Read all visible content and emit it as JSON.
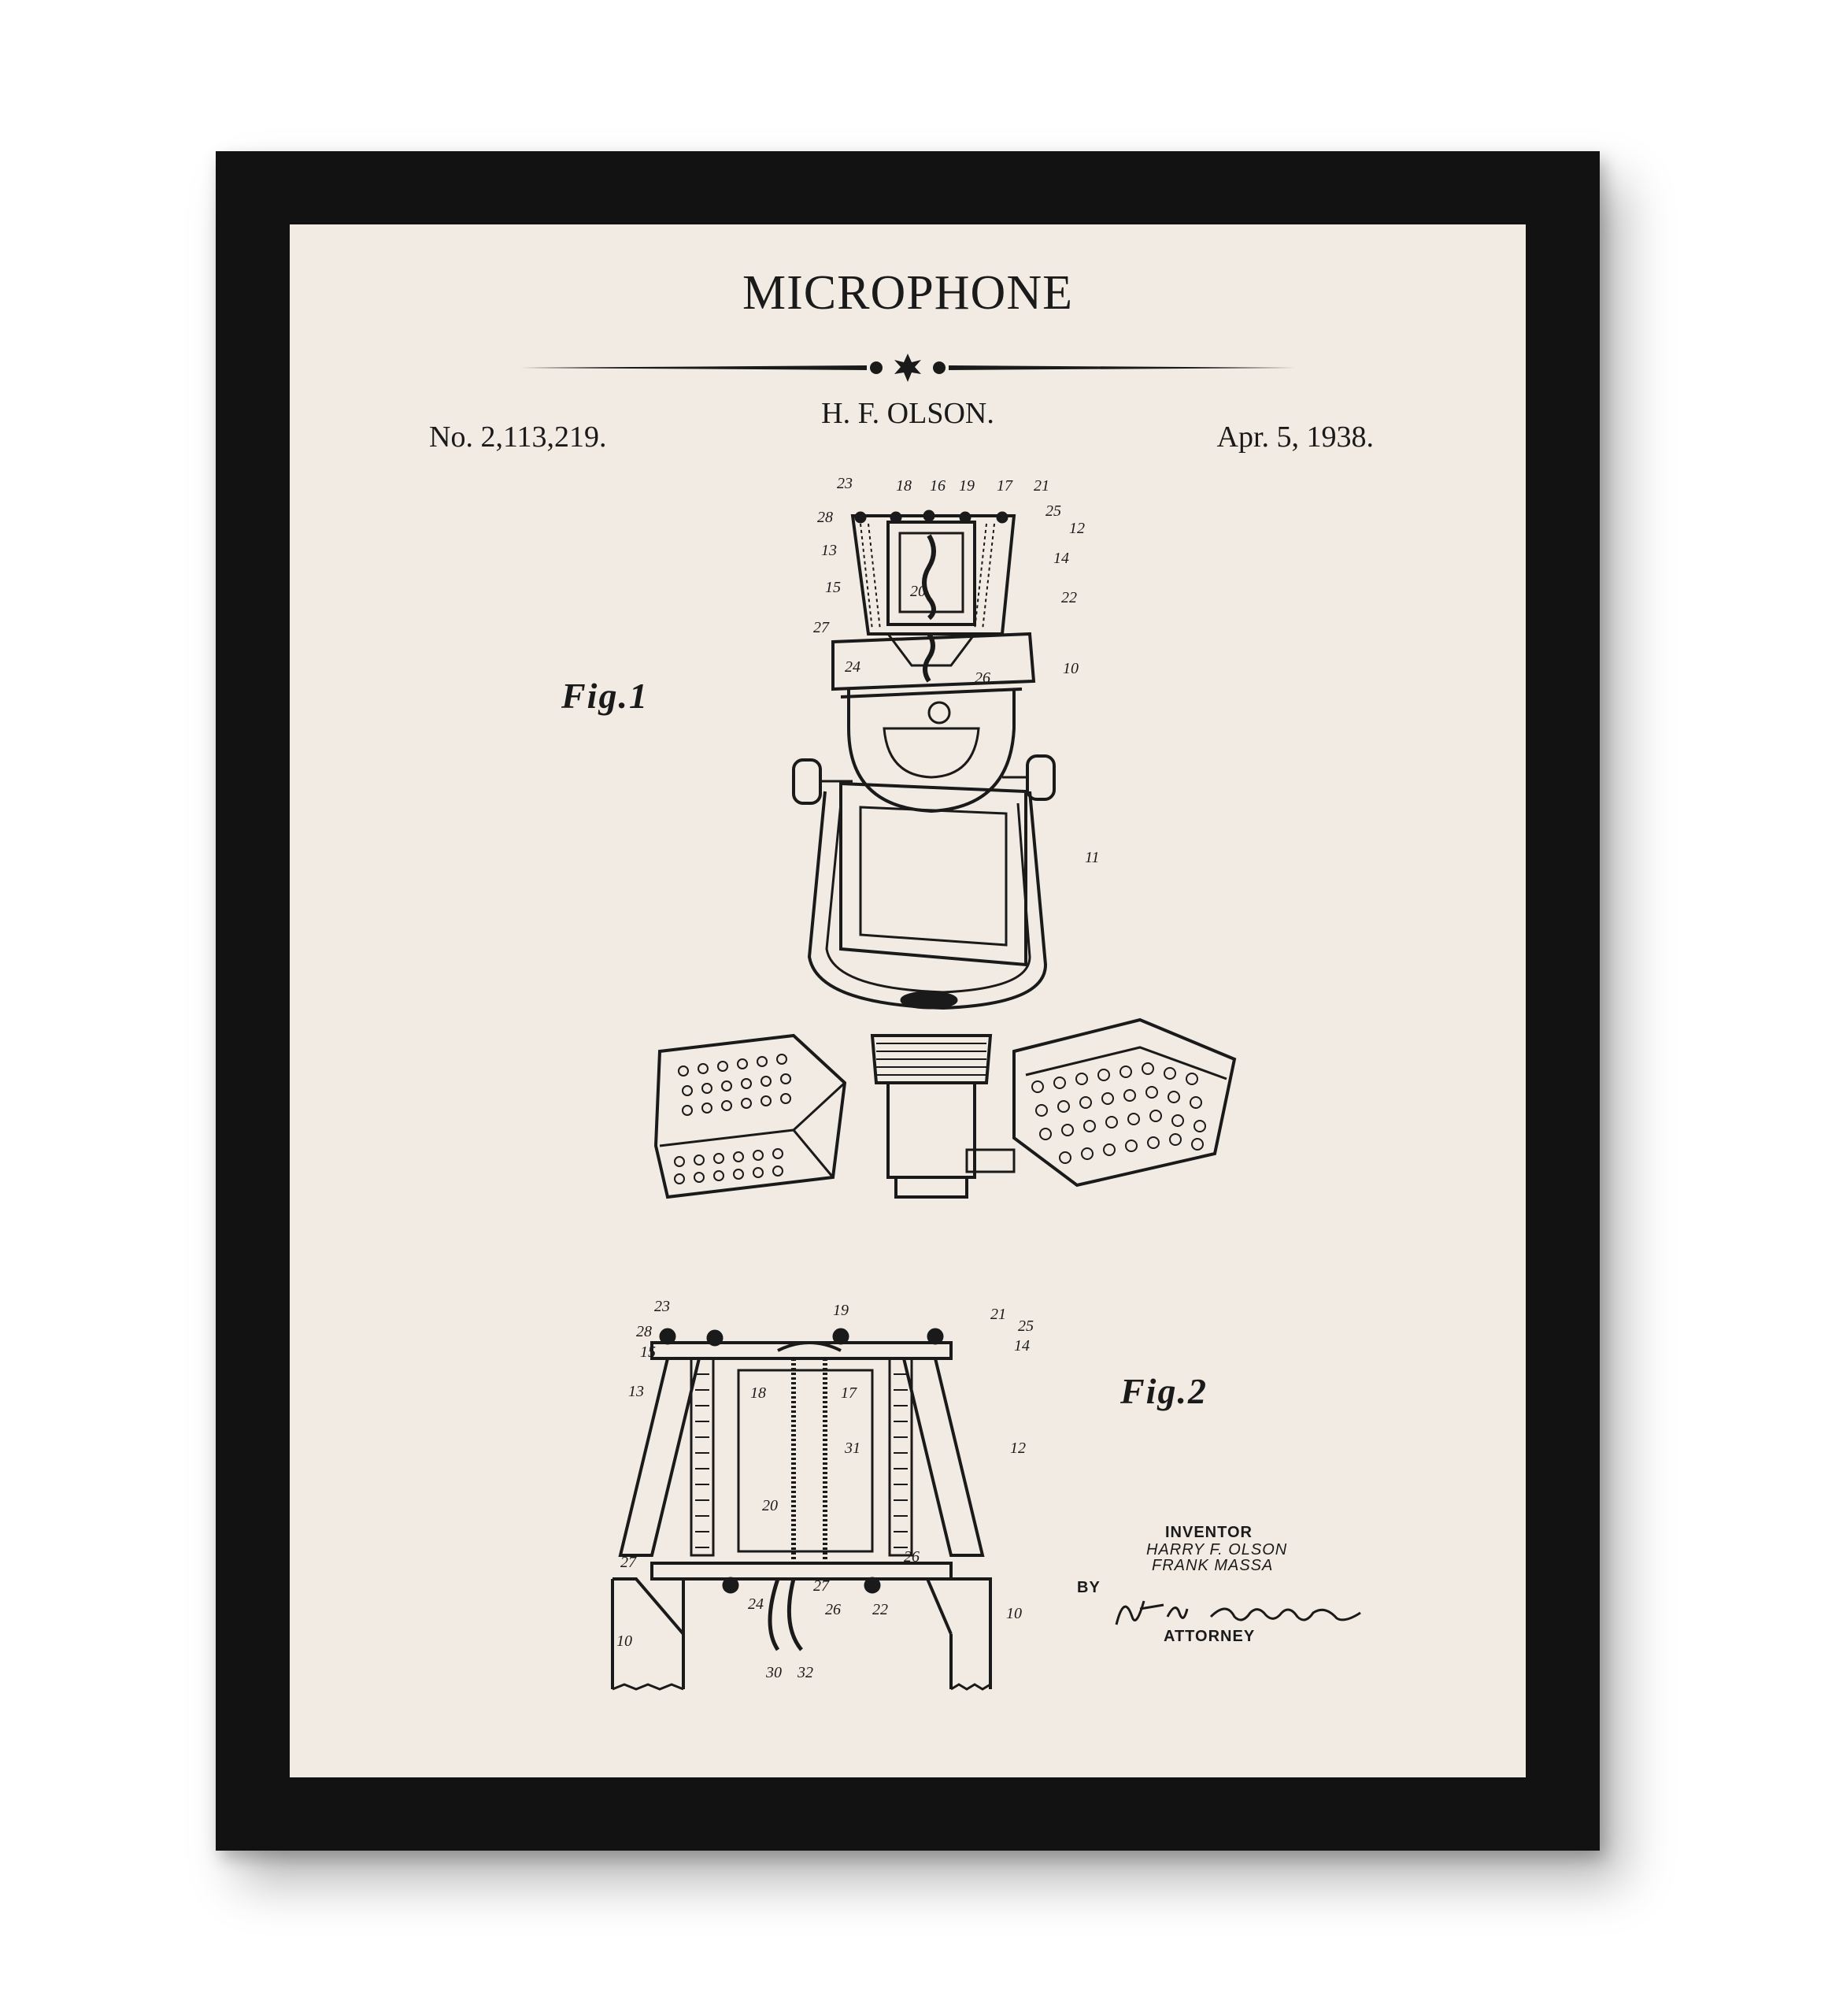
{
  "poster": {
    "title": "MICROPHONE",
    "patent_number": "No. 2,113,219.",
    "inventor_header": "H. F. OLSON.",
    "date": "Apr. 5, 1938."
  },
  "figures": {
    "fig1_label": "Fig.1",
    "fig2_label": "Fig.2",
    "fig1_refs": [
      "23",
      "18",
      "16",
      "19",
      "17",
      "21",
      "28",
      "25",
      "12",
      "13",
      "14",
      "15",
      "20",
      "22",
      "27",
      "24",
      "26",
      "10",
      "11"
    ],
    "fig2_refs": [
      "23",
      "19",
      "21",
      "25",
      "28",
      "15",
      "14",
      "13",
      "18",
      "17",
      "31",
      "12",
      "20",
      "27",
      "26",
      "27",
      "24",
      "26",
      "22",
      "10",
      "10",
      "30",
      "32"
    ]
  },
  "signature": {
    "inventor_label": "INVENTOR",
    "name1": "HARRY F. OLSON",
    "name2": "FRANK MASSA",
    "by_label": "BY",
    "attorney_label": "ATTORNEY"
  },
  "colors": {
    "frame": "#121212",
    "paper": "#f2ebe3",
    "ink": "#1a1a1a"
  }
}
